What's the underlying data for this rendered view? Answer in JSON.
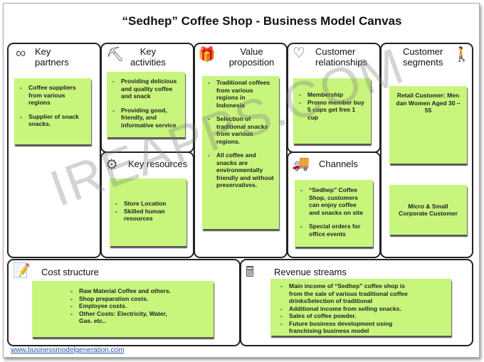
{
  "title": "“Sedhep” Coffee Shop - Business Model Canvas",
  "watermark": "IREAPPS.COM",
  "footer_link": "www.businessmodelgeneration.com",
  "key_partners": {
    "title_1": "Key",
    "title_2": "partners",
    "items": [
      "Coffee suppliers from various regions",
      "Supplier of snack snacks."
    ]
  },
  "key_activities": {
    "title_1": "Key",
    "title_2": "activities",
    "items": [
      "Providing delicious and quality coffee and snack",
      "Providing good, friendly, and informative service"
    ]
  },
  "key_resources": {
    "title": "Key resources",
    "items": [
      "Store Location",
      "Skilled human resources"
    ]
  },
  "value_proposition": {
    "title_1": "Value",
    "title_2": "proposition",
    "items": [
      "Traditional coffees from various regions in Indonesia",
      "Selection of traditional snacks from various regions.",
      "All coffee and snacks are environmentally friendly and without preservatives."
    ]
  },
  "customer_relationships": {
    "title_1": "Customer",
    "title_2": "relationships",
    "items": [
      "Membership",
      "Promo member buy 5 cups get free 1 cup"
    ]
  },
  "channels": {
    "title": "Channels",
    "items": [
      "“Sedhep” Coffee Shop, customers can enjoy coffee and snacks on site",
      "Special orders for office events"
    ]
  },
  "customer_segments": {
    "title_1": "Customer",
    "title_2": "segments",
    "notes": [
      "Retail Customer: Men dan Women Aged 30 – 55",
      "Micro & Small Corporate Customer"
    ]
  },
  "cost_structure": {
    "title": "Cost structure",
    "items": [
      "Raw Material Coffee and others.",
      "Shop preparation costs.",
      "Employee costs.",
      "Other Costs: Electricity, Water, Gas. etc.."
    ]
  },
  "revenue_streams": {
    "title": "Revenue streams",
    "items": [
      "Main income of “Sedhep” coffee shop is from the sale of various traditional coffee drinksSelection of traditional",
      "Additional income from selling snacks.",
      "Sales of coffee powder.",
      "Future business development using franchising business model"
    ]
  }
}
